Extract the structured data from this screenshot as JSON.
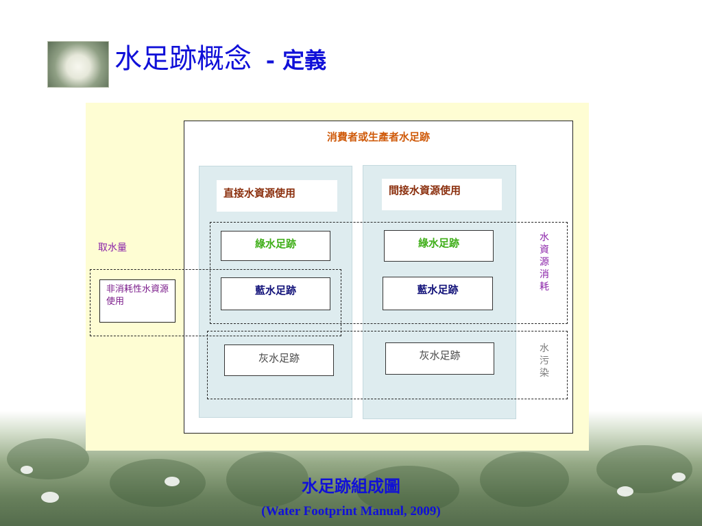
{
  "title": {
    "main": "水足跡概念",
    "sub": "- 定義"
  },
  "diagram": {
    "consumer_label": "消費者或生產者水足跡",
    "direct_header": "直接水資源使用",
    "indirect_header": "間接水資源使用",
    "direct": {
      "green": "綠水足跡",
      "blue": "藍水足跡",
      "grey": "灰水足跡"
    },
    "indirect": {
      "green": "綠水足跡",
      "blue": "藍水足跡",
      "grey": "灰水足跡"
    },
    "intake_label": "取水量",
    "nonconsumptive_label": "非消耗性水資源使用",
    "consumption_label": "水資源消耗",
    "pollution_label": "水污染"
  },
  "caption": {
    "cn": "水足跡組成圖",
    "en": "(Water Footprint Manual, 2009)"
  },
  "colors": {
    "title": "#1010d8",
    "green_footprint": "#3fae18",
    "blue_footprint": "#13137a",
    "grey_footprint": "#4a4a4a",
    "panel_bg": "#fefdd3"
  }
}
